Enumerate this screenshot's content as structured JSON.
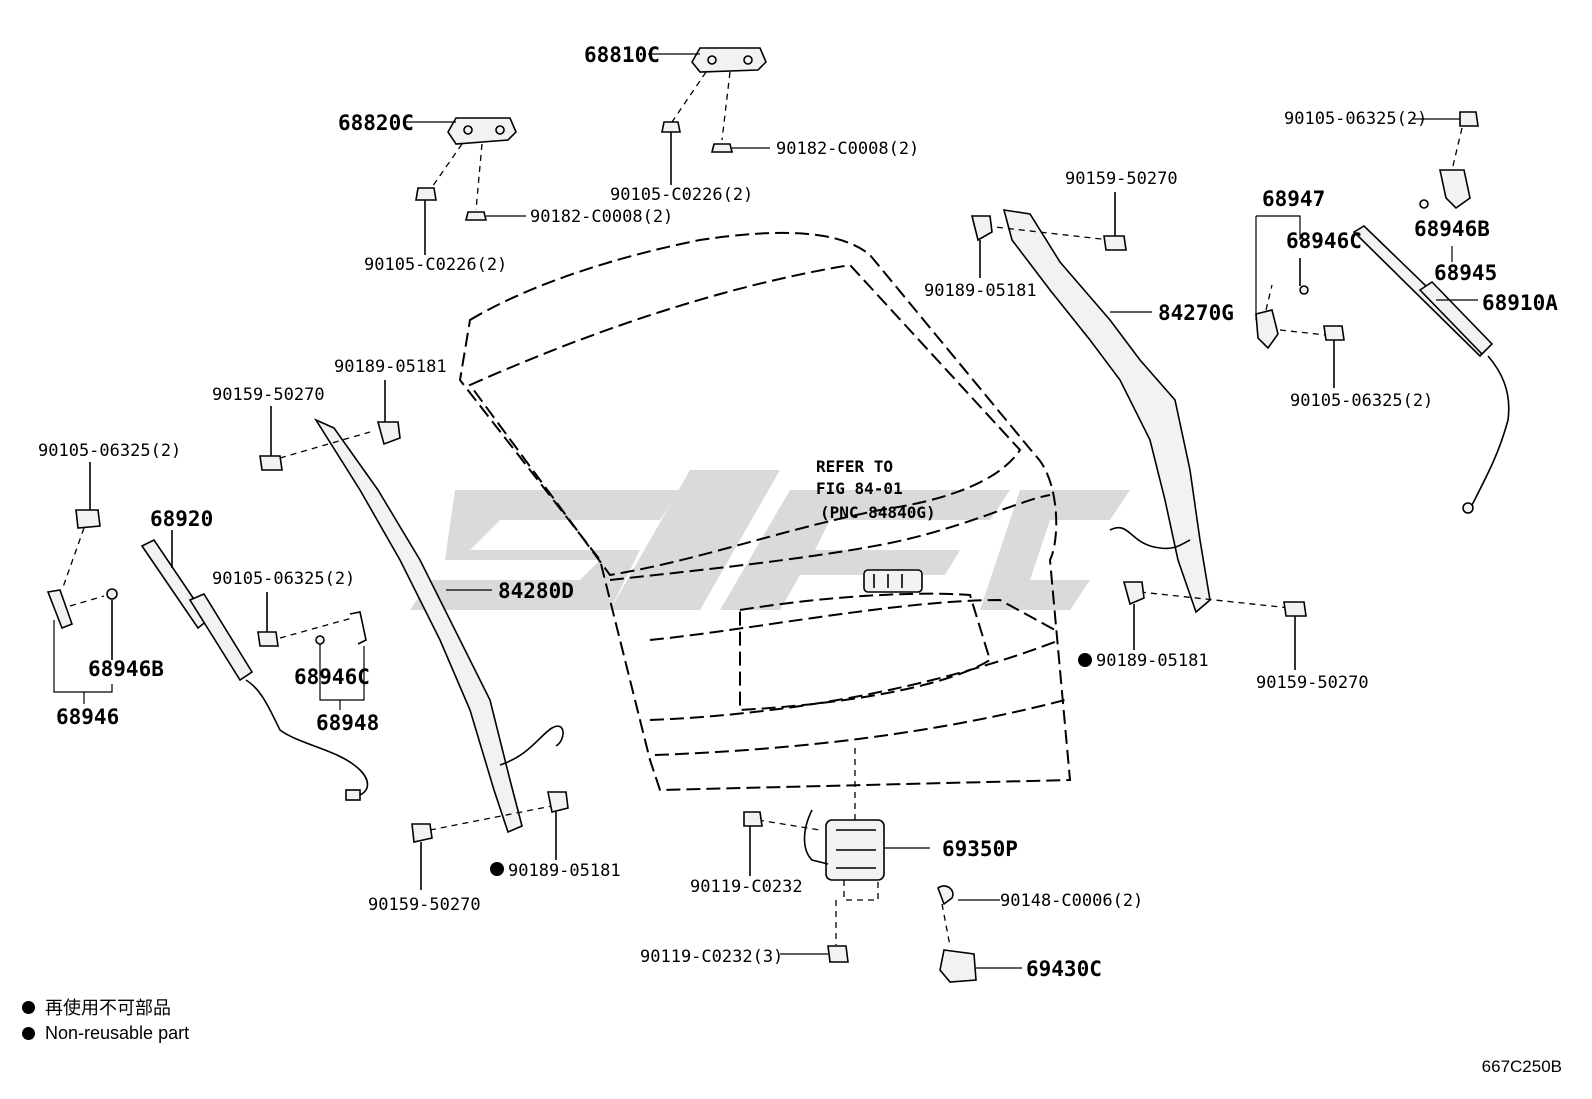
{
  "diagram": {
    "labels": {
      "l68810C": "68810C",
      "l68820C": "68820C",
      "l90182a": "90182-C0008(2)",
      "l90182b": "90182-C0008(2)",
      "l90105c226a": "90105-C0226(2)",
      "l90105c226b": "90105-C0226(2)",
      "l90159_tr": "90159-50270",
      "l90189_tr": "90189-05181",
      "l84270G": "84270G",
      "l90105_r1": "90105-06325(2)",
      "l68947": "68947",
      "l68946C_r": "68946C",
      "l68946B_r": "68946B",
      "l68945": "68945",
      "l68910A": "68910A",
      "l90105_r2": "90105-06325(2)",
      "l90189_rm": "90189-05181",
      "l90159_rb": "90159-50270",
      "l90189_l": "90189-05181",
      "l90159_l": "90159-50270",
      "l90105_l": "90105-06325(2)",
      "l68920": "68920",
      "l90105_lm": "90105-06325(2)",
      "l84280D": "84280D",
      "l68946B_l": "68946B",
      "l68946C_l": "68946C",
      "l68946": "68946",
      "l68948": "68948",
      "l90189_lb": "90189-05181",
      "l90159_lb": "90159-50270",
      "l69350P": "69350P",
      "l90119a": "90119-C0232",
      "l90119b": "90119-C0232(3)",
      "l90148": "90148-C0006(2)",
      "l69430C": "69430C",
      "refer1": "REFER TO",
      "refer2": "FIG 84-01",
      "refer3": "(PNC 84840G)"
    }
  },
  "legend": {
    "line1": "再使用不可部品",
    "line2": "Non-reusable part"
  },
  "figure_code": "667C250B"
}
